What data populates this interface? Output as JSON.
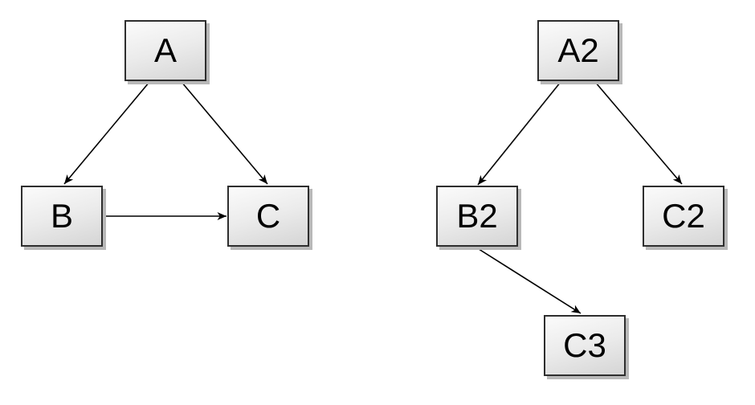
{
  "page": {
    "background": "#ffffff"
  },
  "diagrams": {
    "left": {
      "name": "triangle-graph",
      "nodes": [
        {
          "id": "A",
          "label": "A"
        },
        {
          "id": "B",
          "label": "B"
        },
        {
          "id": "C",
          "label": "C"
        }
      ],
      "edges": [
        {
          "from": "A",
          "to": "B"
        },
        {
          "from": "A",
          "to": "C"
        },
        {
          "from": "B",
          "to": "C"
        }
      ]
    },
    "right": {
      "name": "tree-graph",
      "nodes": [
        {
          "id": "A2",
          "label": "A2"
        },
        {
          "id": "B2",
          "label": "B2"
        },
        {
          "id": "C2",
          "label": "C2"
        },
        {
          "id": "C3",
          "label": "C3"
        }
      ],
      "edges": [
        {
          "from": "A2",
          "to": "B2"
        },
        {
          "from": "A2",
          "to": "C2"
        },
        {
          "from": "B2",
          "to": "C3"
        }
      ]
    }
  },
  "style": {
    "node_border_color": "#2e2e2e",
    "node_fill_top": "#fbfbfb",
    "node_fill_bottom": "#d5d5d5",
    "node_shadow_color": "#b8b8b8",
    "edge_color": "#000000",
    "text_color": "#000000"
  }
}
